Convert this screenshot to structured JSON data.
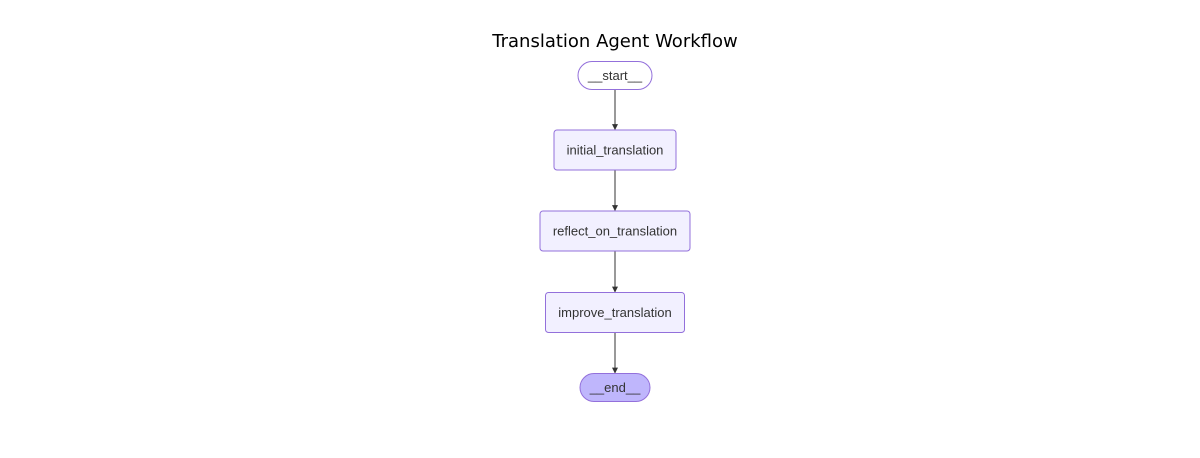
{
  "title": "Translation Agent Workflow",
  "colors": {
    "node_fill": "#f2f0ff",
    "node_stroke": "#9370db",
    "end_fill": "#bfb6fc",
    "edge": "#333333",
    "text": "#333333"
  },
  "nodes": [
    {
      "id": "start",
      "label": "__start__",
      "shape": "stadium"
    },
    {
      "id": "initial_translation",
      "label": "initial_translation",
      "shape": "rect"
    },
    {
      "id": "reflect_on_translation",
      "label": "reflect_on_translation",
      "shape": "rect"
    },
    {
      "id": "improve_translation",
      "label": "improve_translation",
      "shape": "rect"
    },
    {
      "id": "end",
      "label": "__end__",
      "shape": "stadium-filled"
    }
  ],
  "edges": [
    {
      "from": "start",
      "to": "initial_translation"
    },
    {
      "from": "initial_translation",
      "to": "reflect_on_translation"
    },
    {
      "from": "reflect_on_translation",
      "to": "improve_translation"
    },
    {
      "from": "improve_translation",
      "to": "end"
    }
  ]
}
